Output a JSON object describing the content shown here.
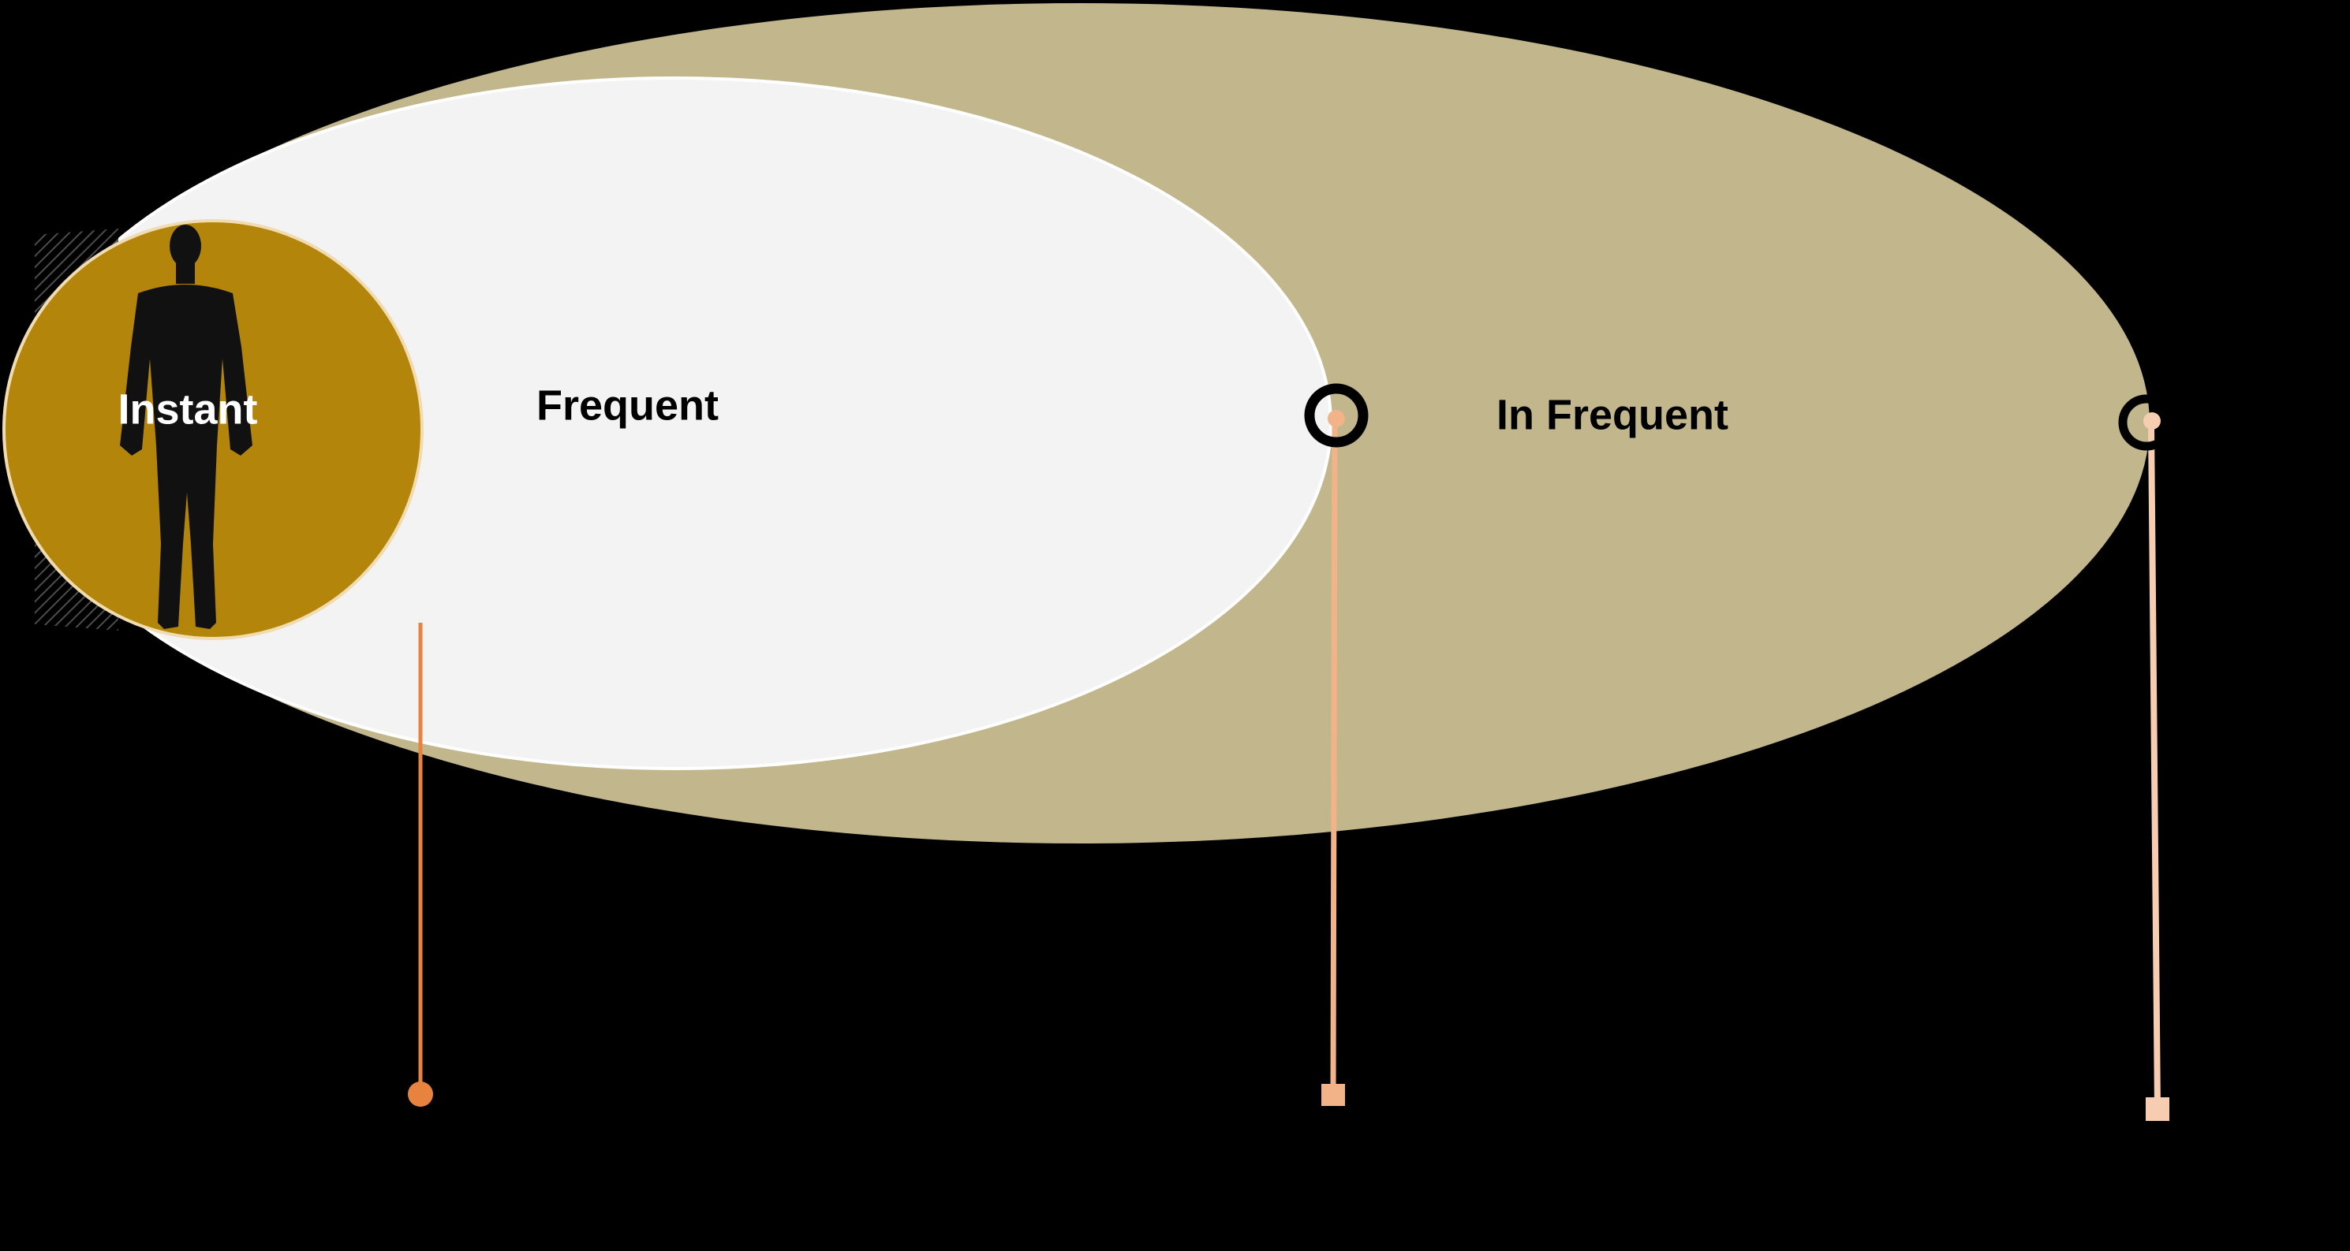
{
  "diagram": {
    "labels": {
      "instant": "Instant",
      "frequent": "Frequent",
      "infrequent": "In Frequent"
    },
    "colors": {
      "background": "#000000",
      "outer_ellipse": "#c2b68d",
      "middle_ellipse": "#f3f3f3",
      "inner_circle": "#b3860b",
      "silhouette": "#111111",
      "connector_1": "#e8823f",
      "connector_2": "#f2b389",
      "connector_3": "#f6cdb0",
      "ring": "#000000",
      "instant_text": "#ffffff",
      "label_text": "#000000"
    },
    "icons": {
      "person": "human-silhouette-icon"
    }
  }
}
